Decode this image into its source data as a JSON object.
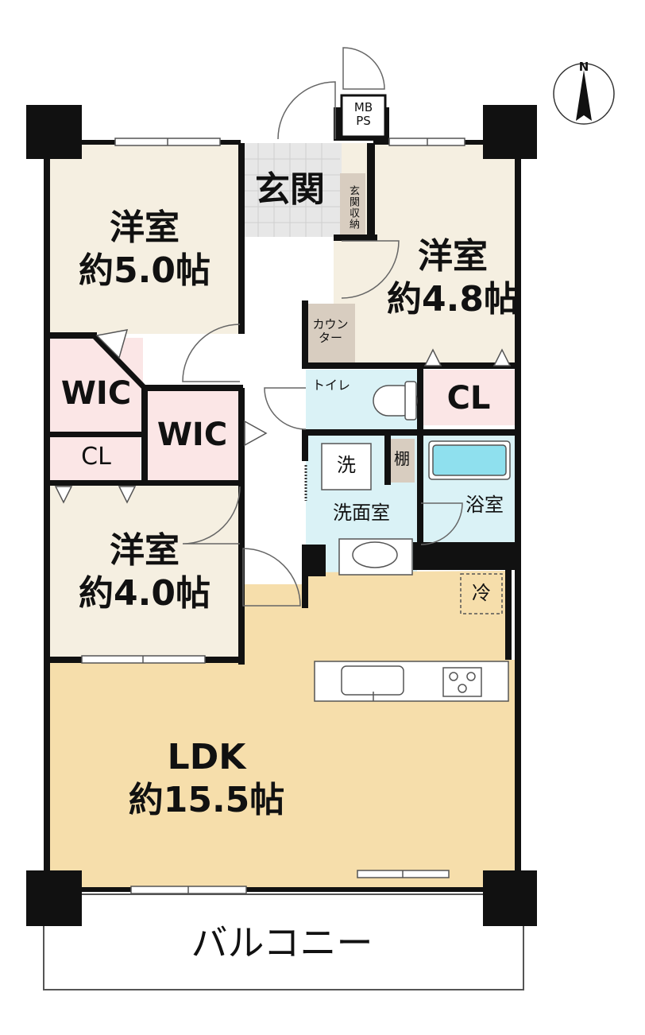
{
  "rooms": {
    "western_1": {
      "name": "洋室",
      "size": "約5.0帖"
    },
    "western_2": {
      "name": "洋室",
      "size": "約4.8帖"
    },
    "western_3": {
      "name": "洋室",
      "size": "約4.0帖"
    },
    "ldk": {
      "name": "LDK",
      "size": "約15.5帖"
    },
    "entrance": "玄関",
    "entrance_storage": "玄関収納",
    "counter": "カウンター",
    "toilet": "トイレ",
    "washroom": "洗面室",
    "washer": "洗",
    "shelf": "棚",
    "bathroom": "浴室",
    "fridge": "冷",
    "balcony": "バルコニー",
    "wic_1": "WIC",
    "wic_2": "WIC",
    "cl_1": "CL",
    "cl_2": "CL",
    "mbps": "MB\nPS"
  },
  "compass": {
    "north_label": "N"
  },
  "colors": {
    "western_room": "#f5efe1",
    "ldk": "#f6deab",
    "closet": "#fbe6e6",
    "water_area": "#daf2f6",
    "storage": "#d8cdc0",
    "entrance_tile": "#e7e7e7",
    "wall": "#111111"
  }
}
